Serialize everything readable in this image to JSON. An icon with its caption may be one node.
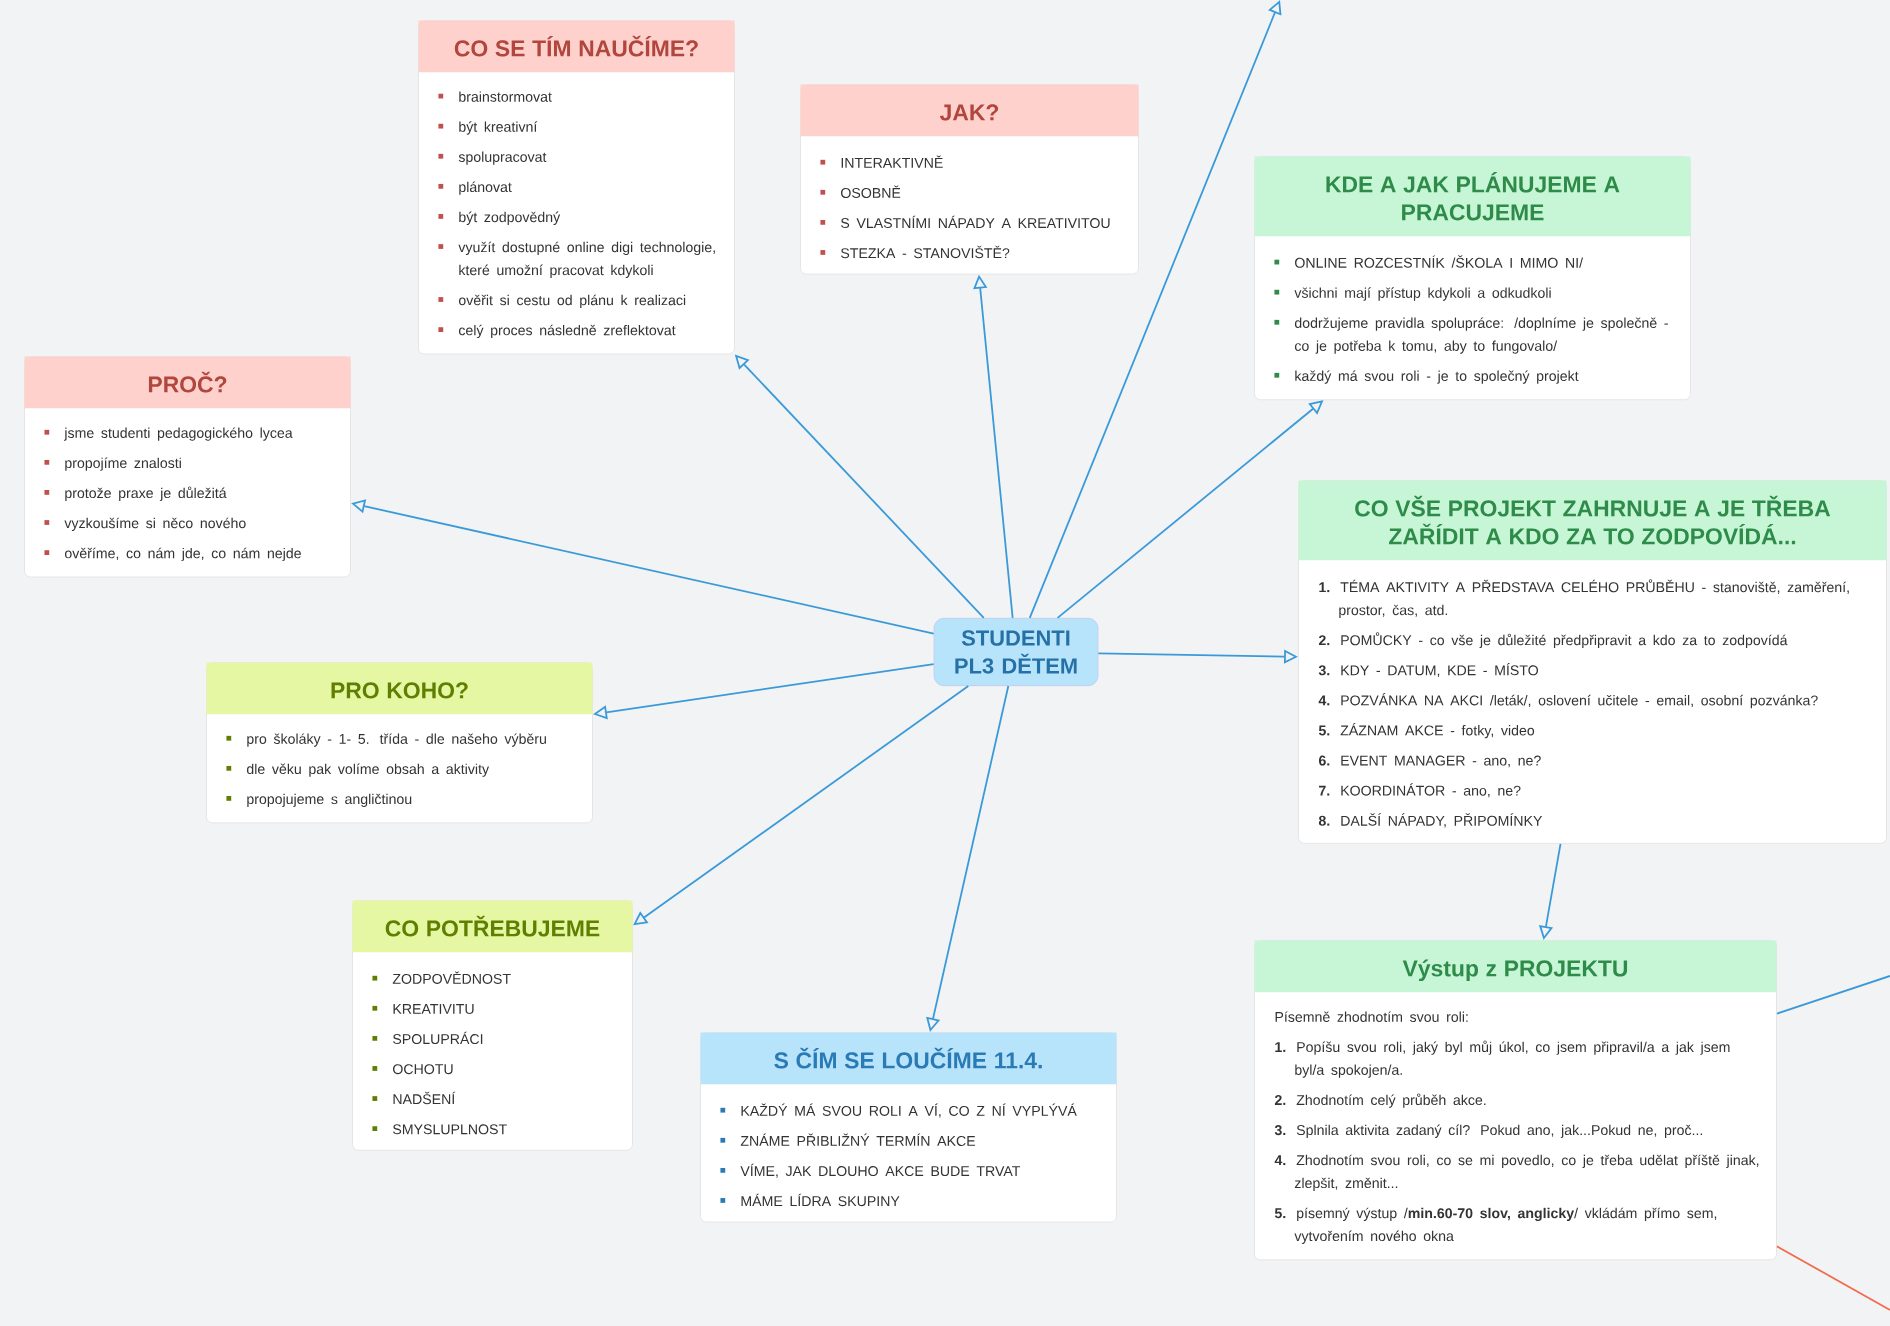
{
  "diagram": {
    "nodes": [
      {
        "text": [
          "CO SE TÍM NAUČÍME?",
          "brainstormovat",
          "být kreativní",
          "spolupracovat",
          "plánovat",
          "být zodpovědný",
          "využít dostupné online digi technologie, které umožní pracovat kdykoli",
          "ověřit si cestu od plánu k realizaci",
          "celý proces následně zreflektovat"
        ]
      },
      {
        "text": [
          "JAK?",
          "INTERAKTIVNĚ",
          "OSOBNĚ",
          "S VLASTNÍMI NÁPADY A KREATIVITOU",
          "STEZKA - STANOVIŠTĚ?"
        ]
      },
      {
        "text": [
          "KDE A JAK PLÁNUJEME A PRACUJEME",
          "ONLINE  ROZCESTNÍK /ŠKOLA I MIMO NI/",
          "všichni mají přístup kdykoli a odkudkoli",
          "dodržujeme pravidla spolupráce: /doplníme je společně - co je potřeba k tomu, aby to fungovalo/",
          "každý má svou roli - je to společný projekt"
        ]
      },
      {
        "text": [
          "PROČ?",
          "jsme studenti pedagogického lycea",
          "propojíme znalosti",
          "protože praxe je důležitá",
          "vyzkoušíme si něco nového",
          "ověříme, co nám jde, co nám nejde"
        ]
      },
      {
        "text": [
          "CO VŠE PROJEKT ZAHRNUJE A JE TŘEBA ZAŘÍDIT A KDO ZA TO ZODPOVÍDÁ...",
          "**1.** TÉMA AKTIVITY A PŘEDSTAVA CELÉHO PRŮBĚHU  - stanoviště, zaměření, prostor, čas, atd.",
          "**2.** POMŮCKY - co vše je důležité předpřipravit  a kdo za to zodpovídá",
          "**3.** KDY - DATUM, KDE - MÍSTO",
          "**4.** POZVÁNKA NA AKCI /leták/, oslovení učitele  - email, osobní pozvánka?",
          "**5.** ZÁZNAM AKCE - fotky, video",
          "**6.** EVENT MANAGER - ano, ne?",
          "**7.** KOORDINÁTOR - ano, ne?",
          "**8.** DALŠÍ NÁPADY, PŘIPOMÍNKY"
        ]
      },
      {
        "text": [
          "STUDENTI PL3 DĚTEM"
        ]
      },
      {
        "text": [
          "PRO KOHO?",
          "pro školáky - 1- 5. třída - dle našeho výběru",
          "dle věku pak volíme  obsah a  aktivity",
          "propojujeme s angličtinou"
        ]
      },
      {
        "text": [
          "CO POTŘEBUJEME",
          "ZODPOVĚDNOST",
          "KREATIVITU",
          "SPOLUPRÁCI",
          "OCHOTU",
          "NADŠENÍ",
          "SMYSLUPLNOST"
        ]
      },
      {
        "text": [
          "Výstup z PROJEKTU",
          "Písemně zhodnotím svou roli:",
          "**1.** Popíšu svou roli, jaký byl můj úkol, co jsem připravil/a a jak jsem byl/a spokojen/a.",
          "**2.** Zhodnotím celý průběh akce.",
          "**3.** Splnila aktivita zadaný cíl? Pokud ano, jak...Pokud ne, proč...",
          "**4.** Zhodnotím svou roli, co se mi povedlo, co je třeba udělat příště jinak, zlepšit, změnit...",
          "**5.** písemný výstup  /**min.60-70 slov, anglicky**/ vkládám přímo sem, vytvořením nového okna"
        ]
      },
      {
        "text": [
          "S ČÍM SE LOUČÍME 11.4.",
          "KAŽDÝ MÁ SVOU ROLI A VÍ, CO Z NÍ VYPLÝVÁ",
          "ZNÁME PŘIBLIŽNÝ TERMÍN AKCE",
          "VÍME, JAK DLOUHO AKCE BUDE TRVAT",
          "MÁME LÍDRA SKUPINY"
        ]
      }
    ],
    "edges": [
      {
        "from": 5,
        "to": 0,
        "arrow": "to"
      },
      {
        "from": 5,
        "to": 1,
        "arrow": "to"
      },
      {
        "from": 5,
        "to": null,
        "arrow": "to"
      },
      {
        "from": 5,
        "to": 2,
        "arrow": "to"
      },
      {
        "from": 5,
        "to": 3,
        "arrow": "to"
      },
      {
        "from": 5,
        "to": 4,
        "arrow": "to"
      },
      {
        "from": 5,
        "to": 6,
        "arrow": "to"
      },
      {
        "from": 5,
        "to": 7,
        "arrow": "to"
      },
      {
        "from": 5,
        "to": 9,
        "arrow": "to"
      },
      {
        "from": 4,
        "to": 8,
        "arrow": "to"
      },
      {
        "from": 8,
        "to": null,
        "arrow": "none"
      },
      {
        "from": 8,
        "to": null,
        "arrow": "none",
        "color": "#f26b4f"
      }
    ]
  }
}
